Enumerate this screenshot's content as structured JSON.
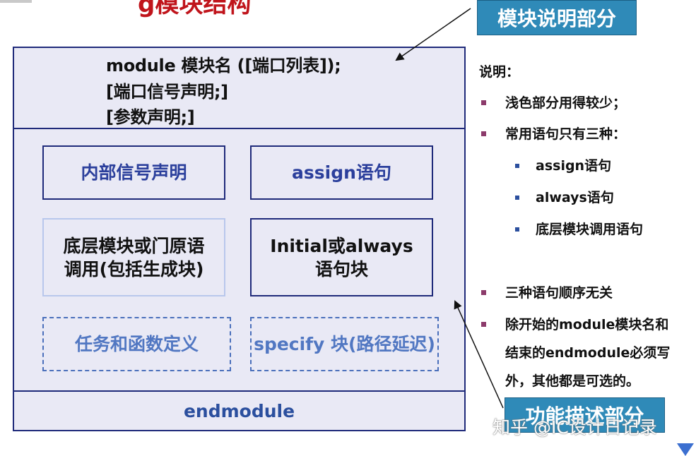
{
  "page": {
    "title": "g模块结构"
  },
  "module_header": {
    "line1": "module 模块名 ([端口列表]);",
    "line2": "[端口信号声明;]",
    "line3": "[参数声明;]"
  },
  "blocks": {
    "internal_signal": "内部信号声明",
    "assign": "assign语句",
    "instance_line1": "底层模块或门原语",
    "instance_line2": "调用(包括生成块)",
    "initial_line1": "Initial或always",
    "initial_line2": "语句块",
    "task_function": "任务和函数定义",
    "specify": "specify 块(路径延迟)"
  },
  "footer": {
    "endmodule": "endmodule"
  },
  "labels": {
    "module_description": "模块说明部分",
    "function_description": "功能描述部分"
  },
  "notes": {
    "heading": "说明：",
    "item1": "浅色部分用得较少；",
    "item2": "常用语句只有三种：",
    "sub1": "assign语句",
    "sub2": "always语句",
    "sub3": "底层模块调用语句",
    "item3": "三种语句顺序无关",
    "item4_line1": "除开始的module模块名和",
    "item4_line2": "结束的endmodule必须写",
    "item4_line3": "外，其他都是可选的。"
  },
  "watermark": "知乎 @IC设计日记录",
  "colors": {
    "border": "#1f2a7a",
    "module_fill": "#e9e9f5",
    "tag_fill": "#2f8ab8",
    "title_red": "#c0141b",
    "dashed": "#4a6fbb",
    "light_border": "#b8c7ec"
  }
}
